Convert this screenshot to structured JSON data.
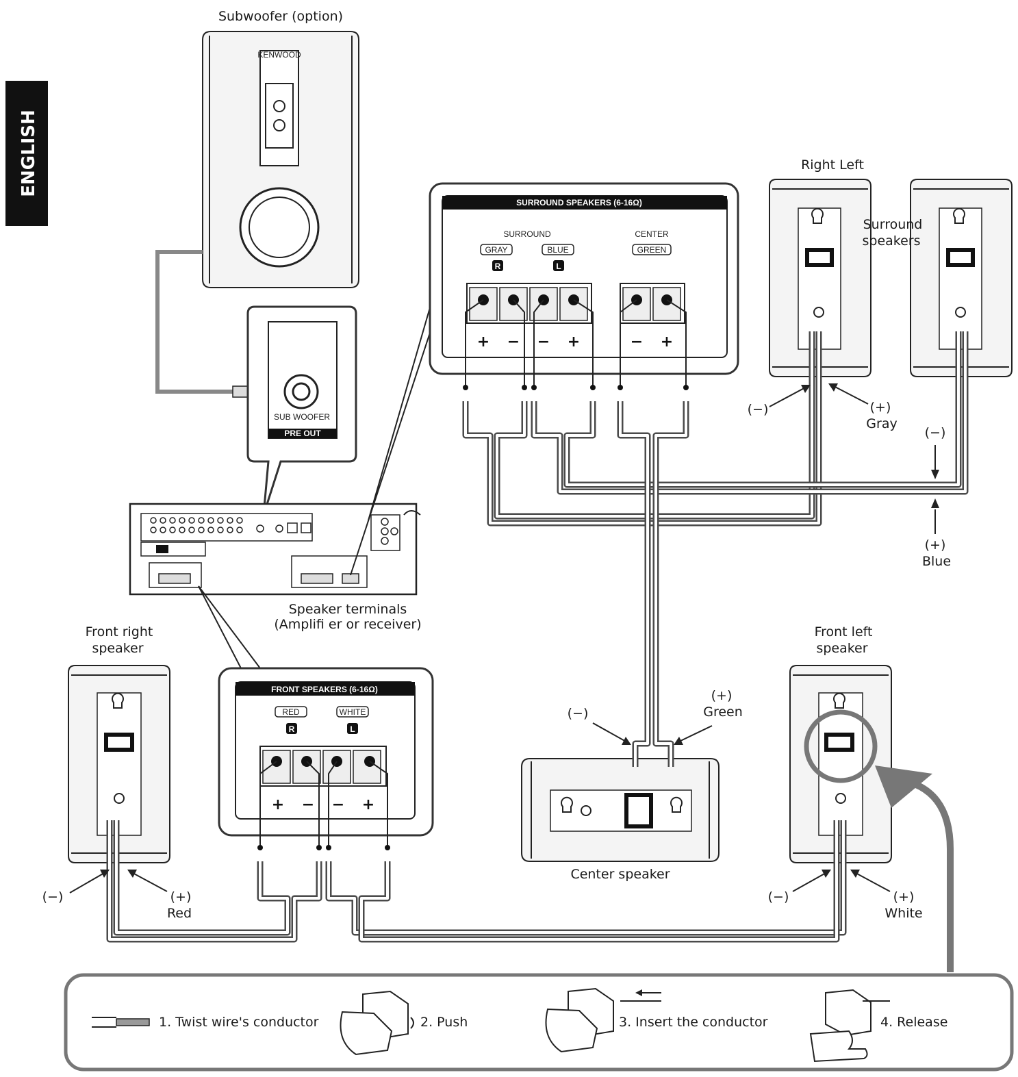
{
  "side_tab": {
    "text": "ENGLISH",
    "bg": "#111111"
  },
  "subwoofer": {
    "title": "Subwoofer (option)",
    "brand": "KENWOOD"
  },
  "subwoofer_preout": {
    "jack": "SUB WOOFER",
    "bar": "PRE OUT"
  },
  "amplifier": {
    "caption_line1": "Speaker terminals",
    "caption_line2": "(Amplifi er or receiver)"
  },
  "surround_panel": {
    "header": "SURROUND SPEAKERS (6-16Ω)",
    "surround_label": "SURROUND",
    "center_label": "CENTER",
    "tag_gray": "GRAY",
    "tag_blue": "BLUE",
    "tag_green": "GREEN",
    "ch_r": "R",
    "ch_l": "L",
    "plus": "+",
    "minus": "−"
  },
  "front_panel": {
    "header": "FRONT SPEAKERS (6-16Ω)",
    "tag_red": "RED",
    "tag_white": "WHITE",
    "ch_r": "R",
    "ch_l": "L",
    "plus": "+",
    "minus": "−"
  },
  "surround_speakers": {
    "header": "Right Left",
    "label_line1": "Surround",
    "label_line2": "speakers",
    "neg": "(−)",
    "pos": "(+)",
    "gray": "Gray",
    "neg2": "(−)",
    "pos2": "(+)",
    "blue": "Blue"
  },
  "front_right": {
    "line1": "Front right",
    "line2": "speaker",
    "neg": "(−)",
    "pos": "(+)",
    "color": "Red"
  },
  "front_left": {
    "line1": "Front left",
    "line2": "speaker",
    "neg": "(−)",
    "pos": "(+)",
    "color": "White"
  },
  "center": {
    "caption": "Center speaker",
    "neg": "(−)",
    "pos": "(+)",
    "color": "Green"
  },
  "steps": [
    {
      "label": "1. Twist wire's conductor"
    },
    {
      "label": "2. Push"
    },
    {
      "label": "3.  Insert the conductor"
    },
    {
      "label": "4. Release"
    }
  ]
}
